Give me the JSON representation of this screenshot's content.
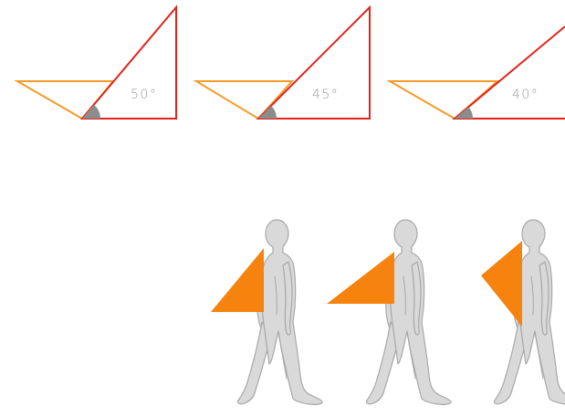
{
  "angle_diagrams": [
    {
      "label": "50°",
      "angle": 50
    },
    {
      "label": "45°",
      "angle": 45
    },
    {
      "label": "40°",
      "angle": 40
    }
  ],
  "colors": {
    "orange_outline": "#f39a2a",
    "red_outline": "#e2231a",
    "pivot_gray": "#8c8c8c",
    "label_gray": "#9a9a9a",
    "figure_fill": "#d9d9d9",
    "figure_stroke": "#a8a8a8",
    "solid_triangle": "#f5830e"
  },
  "figures": [
    {
      "name": "walking-figure-1",
      "triangle_variant": "wide-apex-left"
    },
    {
      "name": "walking-figure-2",
      "triangle_variant": "flat-apex-left"
    },
    {
      "name": "walking-figure-3",
      "triangle_variant": "apex-left-tall"
    }
  ]
}
